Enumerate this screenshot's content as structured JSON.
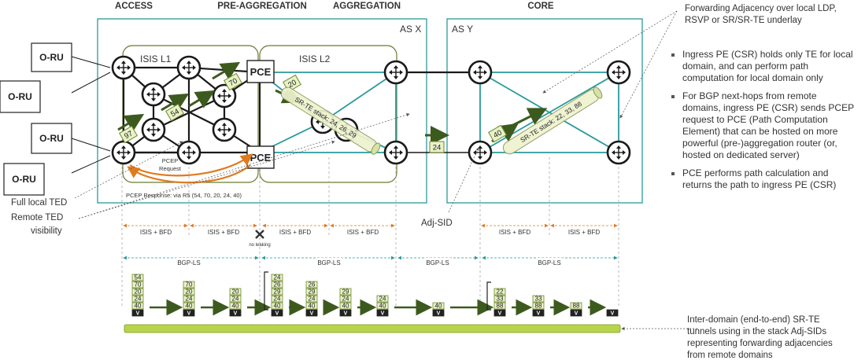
{
  "sections": {
    "access": "ACCESS",
    "pre_aggregation": "PRE-AGGREGATION",
    "aggregation": "AGGREGATION",
    "core": "CORE"
  },
  "domains": {
    "as_x": "AS X",
    "as_y": "AS Y",
    "isis_l1": "ISIS L1",
    "isis_l2": "ISIS L2"
  },
  "oru_label": "O-RU",
  "pce_label": "PCE",
  "pcep_request": "PCEP Request",
  "pcep_request_lines": [
    "PCEP",
    "Request"
  ],
  "pcep_response": "PCEP Response: via R5 (54, 70, 20, 24, 40)",
  "adj_sid_values": {
    "a": "97",
    "b": "54",
    "c": "70",
    "d": "20",
    "e": "24",
    "f": "40"
  },
  "sr_te_left": "SR-TE stack: 24, 26, 29",
  "sr_te_right": "SR-TE stack: 22, 33, 88",
  "callouts": {
    "full_local_ted": "Full local TED",
    "remote_ted_lines": [
      "Remote TED",
      "visibility"
    ],
    "adj_sid": "Adj-SID",
    "forwarding_adjacency_lines": [
      "Forwarding Adjacency over local LDP,",
      "RSVP or SR/SR-TE underlay"
    ],
    "interdomain_lines": [
      "Inter-domain (end-to-end) SR-TE",
      "tunnels using in the stack Adj-SIDs",
      "representing forwarding adjacencies",
      "from remote domains"
    ]
  },
  "bullets": [
    "Ingress PE (CSR) holds only TE for local domain, and can perform path computation for local domain only",
    "For BGP next-hops from remote domains, ingress PE (CSR) sends PCEP request to PCE (Path Computation Element) that can be hosted on more powerful (pre-)aggregation router (or, hosted on dedicated server)",
    "PCE performs path calculation and returns the path to ingress PE (CSR)"
  ],
  "protocol_row": {
    "isis_bfd": "ISIS + BFD",
    "no_leaking": "no leaking",
    "bgp_ls": "BGP-LS"
  },
  "label_stacks": [
    [
      "54",
      "70",
      "20",
      "24",
      "40",
      "V"
    ],
    [
      "70",
      "20",
      "24",
      "40",
      "V"
    ],
    [
      "20",
      "24",
      "40",
      "V"
    ],
    [
      "24",
      "26",
      "29",
      "24",
      "40",
      "V"
    ],
    [
      "26",
      "29",
      "24",
      "40",
      "V"
    ],
    [
      "29",
      "24",
      "40",
      "V"
    ],
    [
      "24",
      "40",
      "V"
    ],
    [
      "40",
      "V"
    ],
    [
      "22",
      "33",
      "88",
      "V"
    ],
    [
      "33",
      "88",
      "V"
    ],
    [
      "88",
      "V"
    ],
    [
      "V"
    ]
  ],
  "colors": {
    "teal": "#2a9a9a",
    "olive": "#6b7a2e",
    "dark_green": "#3d5a1e",
    "orange": "#e07a1e",
    "light_green": "#b9d44a",
    "label_fill": "#e9f1c6",
    "label_border": "#6b8a2e"
  }
}
